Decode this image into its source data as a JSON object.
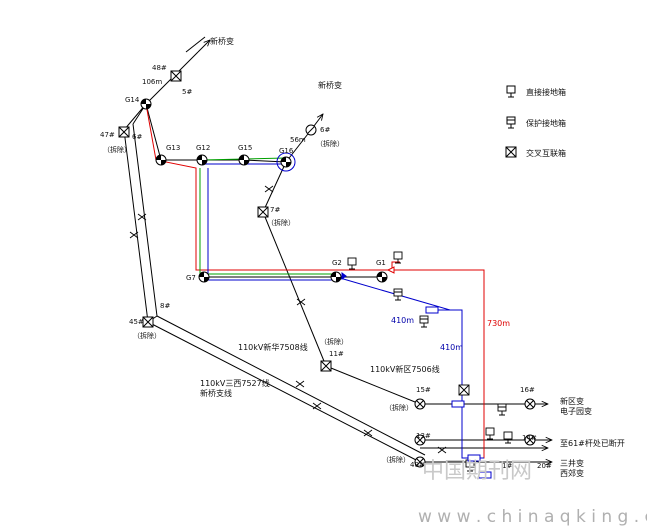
{
  "legend": {
    "items": [
      {
        "icon": "direct-ground-box-icon",
        "label": "直接接地箱"
      },
      {
        "icon": "protective-ground-box-icon",
        "label": "保护接地箱"
      },
      {
        "icon": "cross-bonding-box-icon",
        "label": "交叉互联箱"
      }
    ]
  },
  "towers": {
    "t48": "48#",
    "t5": "5#",
    "t106m": "106m",
    "tG14": "G14",
    "t47": "47#",
    "t6a": "6#",
    "t47cn": "（拆除）",
    "tG13": "G13",
    "tG12": "G12",
    "tG15": "G15",
    "tG16": "G16",
    "t56m": "56m",
    "t6b": "6#",
    "t6bcn": "（拆除）",
    "t7": "7#",
    "t7cn": "（拆除）",
    "tG7": "G7",
    "tG2": "G2",
    "tG1": "G1",
    "t45": "45#",
    "t45cn": "（拆除）",
    "t8": "8#",
    "t11cn": "（拆除）",
    "t11": "11#",
    "t15": "15#",
    "t15cn": "（拆除）",
    "t16": "16#",
    "t13": "13#",
    "t14": "14#",
    "t13cn": "（拆除）",
    "t40": "40#",
    "t1": "1#",
    "t20": "20#"
  },
  "destinations": {
    "xinqiao_top": "新桥变",
    "xinqiao_mid": "新桥变",
    "xinqu_a": "新区变",
    "xinqu_b": "电子园变",
    "to61": "至61#杆处已断开",
    "sanjing_a": "三井变",
    "sanjing_b": "西郊变"
  },
  "lines": {
    "xinhua": "110kV新华7508线",
    "xinqu": "110kV新区7506线",
    "sanxi_a": "110kV三西7527线",
    "sanxi_b": "新桥支线"
  },
  "lengths": {
    "blue1": "410m",
    "blue2": "410m",
    "red": "730m"
  },
  "watermark": {
    "cn": "中国期刊网",
    "url": "w w w . c h i n a q k i n g . c o m"
  },
  "colors": {
    "red": "#e00000",
    "blue": "#0000cc",
    "green": "#00a000",
    "black": "#000000"
  }
}
